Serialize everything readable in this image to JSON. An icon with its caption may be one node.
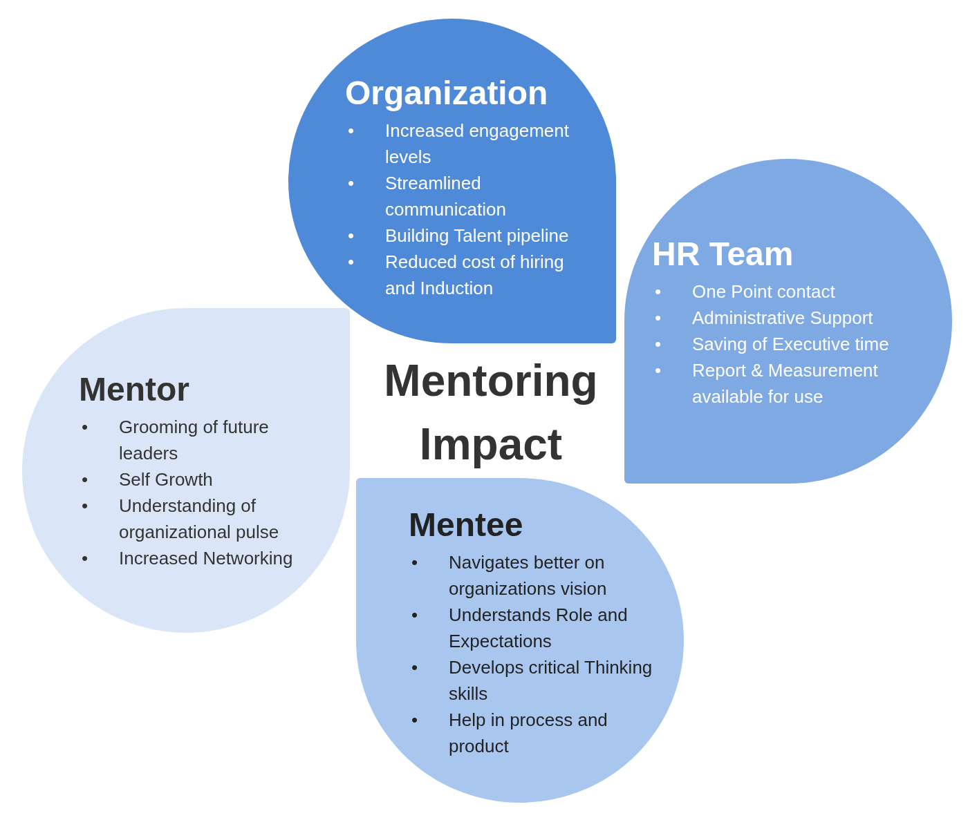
{
  "diagram": {
    "title": "Mentoring Impact",
    "nodes": [
      {
        "text": [
          "Organization",
          "• Increased engagement levels",
          "• Streamlined communication",
          "• Building Talent pipeline",
          "• Reduced cost of hiring and Induction"
        ]
      },
      {
        "text": [
          "HR Team",
          "• One Point contact",
          "• Administrative Support",
          "• Saving of Executive time",
          "• Report & Measurement available for use"
        ]
      },
      {
        "text": [
          "Mentor",
          "• Grooming of future leaders",
          "• Self Growth",
          "• Understanding of organizational pulse",
          "• Increased Networking"
        ]
      },
      {
        "text": [
          "Mentee",
          "• Navigates better on organizations vision",
          "• Understands Role and Expectations",
          "• Develops critical Thinking skills",
          "• Help in process and product"
        ]
      }
    ]
  }
}
